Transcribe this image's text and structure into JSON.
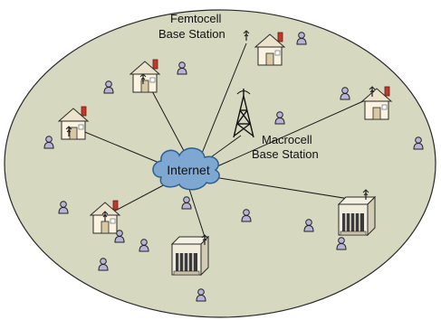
{
  "labels": {
    "femtocell_line1": "Femtocell",
    "femtocell_line2": "Base Station",
    "macrocell_line1": "Macrocell",
    "macrocell_line2": "Base Station",
    "internet": "Internet"
  },
  "colors": {
    "cell_fill": "#d6d8c0",
    "cell_stroke": "#2a2a2a",
    "cloud_fill": "#7ea7d2",
    "cloud_stroke": "#2f5f8f",
    "house_wall": "#fbf3df",
    "house_roof": "#ece3cc",
    "chimney": "#c0392b",
    "user_fill": "#b8b4d8",
    "line": "#1a1a1a"
  },
  "icons": {
    "house": "house-icon",
    "office": "office-building-icon",
    "tower": "cell-tower-icon",
    "user": "user-icon",
    "cloud": "internet-cloud-icon"
  }
}
